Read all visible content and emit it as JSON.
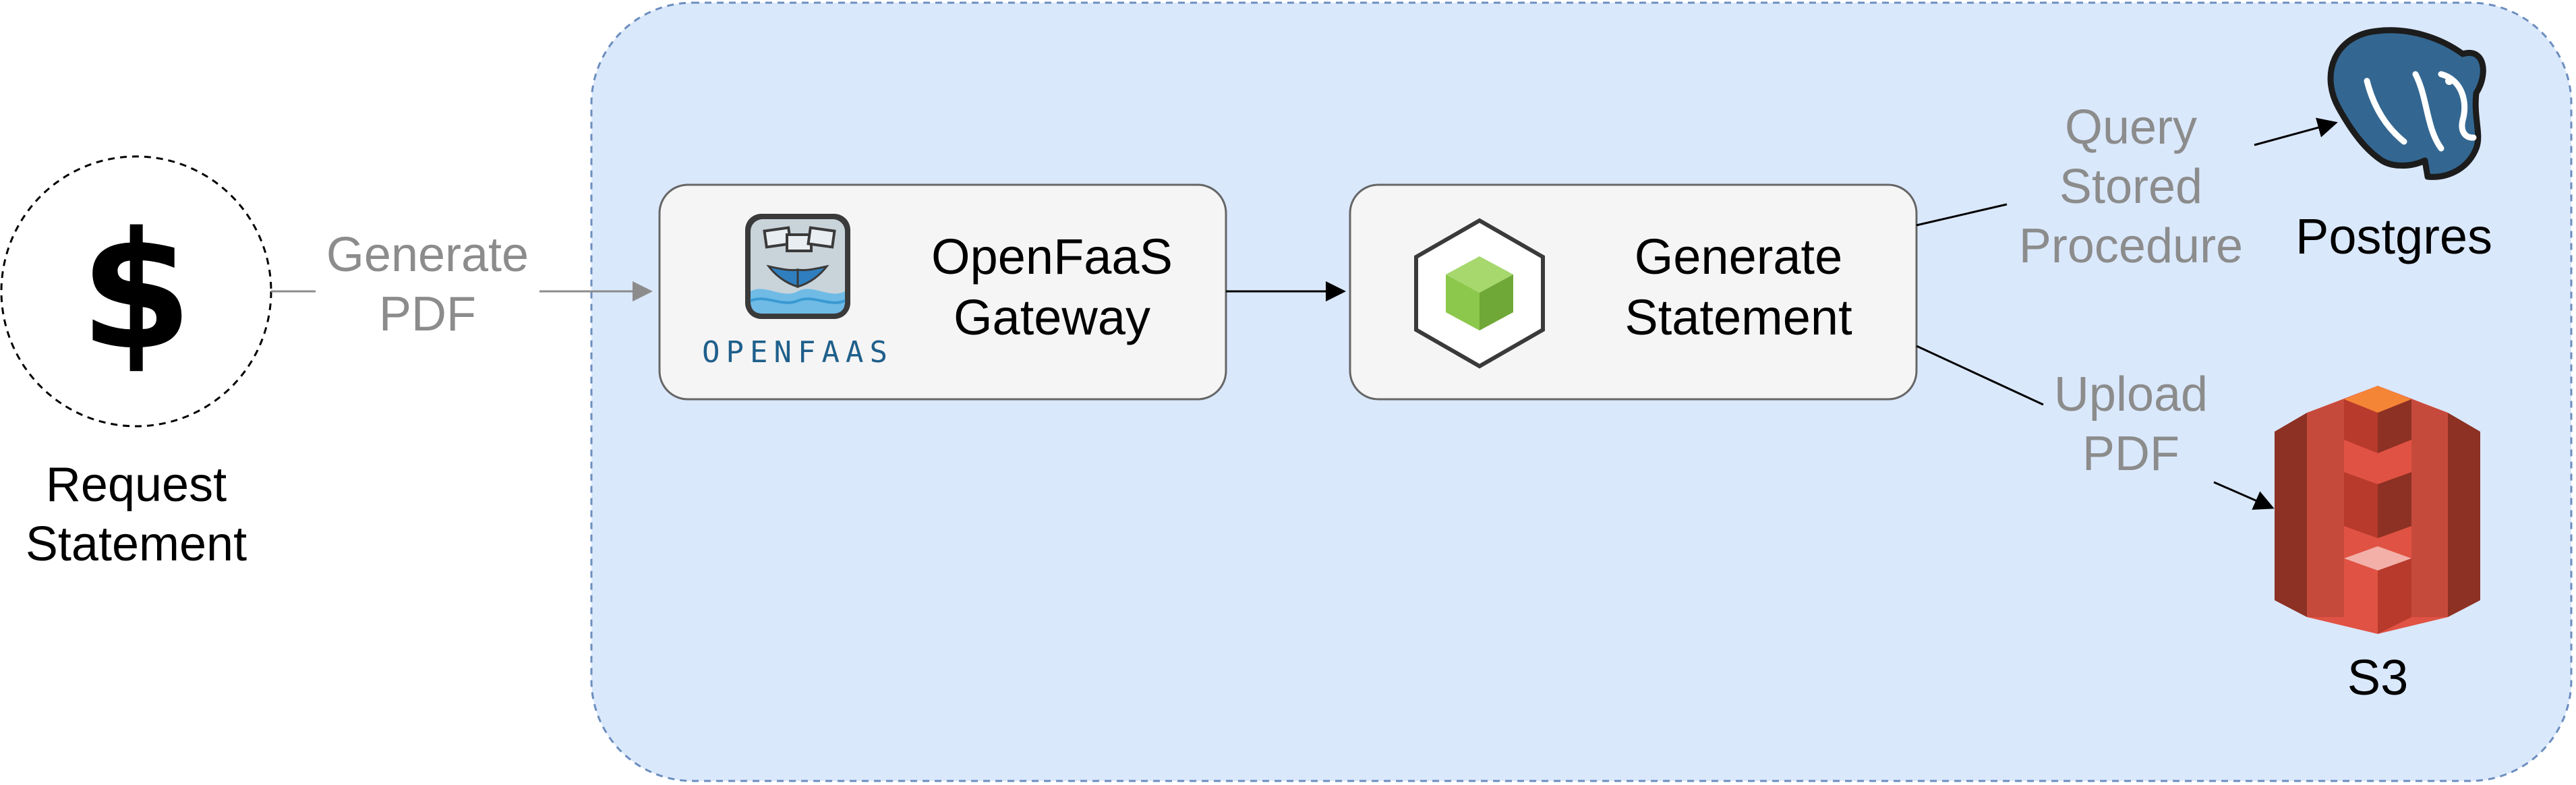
{
  "diagram": {
    "client": {
      "icon": "dollar-sign-icon",
      "label_line1": "Request",
      "label_line2": "Statement"
    },
    "edges": {
      "client_to_gateway": {
        "line1": "Generate",
        "line2": "PDF"
      },
      "function_to_postgres": {
        "line1": "Query",
        "line2": "Stored",
        "line3": "Procedure"
      },
      "function_to_s3": {
        "line1": "Upload",
        "line2": "PDF"
      }
    },
    "gateway": {
      "logo_text": "OPENFAAS",
      "title_line1": "OpenFaaS",
      "title_line2": "Gateway"
    },
    "function": {
      "icon": "nodejs-cube-icon",
      "title_line1": "Generate",
      "title_line2": "Statement"
    },
    "postgres": {
      "icon": "postgres-elephant-icon",
      "label": "Postgres"
    },
    "s3": {
      "icon": "aws-s3-bucket-icon",
      "label": "S3"
    },
    "colors": {
      "container_fill": "#dae8fc",
      "container_border": "#6c8ebf",
      "node_fill": "#f5f5f5",
      "node_border": "#666666",
      "edge_label": "#8c8c8c",
      "postgres_blue": "#336791",
      "s3_red": "#e05243",
      "s3_dark_red": "#8c3123",
      "node_green": "#8cc84b"
    }
  }
}
